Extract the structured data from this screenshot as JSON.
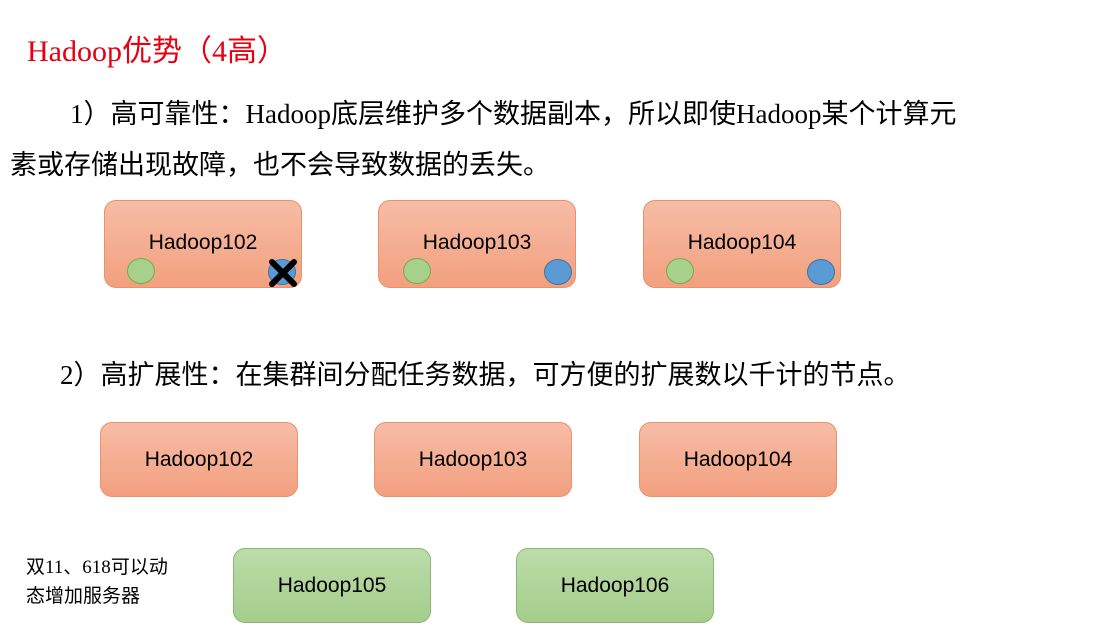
{
  "title": "Hadoop优势（4高）",
  "section1": {
    "line1_num": "1）",
    "line1_a": "高可靠性：",
    "line1_b": "Hadoop",
    "line1_c": "底层维护多个数据副本，所以即使",
    "line1_d": "Hadoop",
    "line1_e": "某个计算元",
    "line2": "素或存储出现故障，也不会导致数据的丢失。",
    "nodes": [
      {
        "label": "Hadoop102",
        "left_dot": "green",
        "right_dot": "blue-failed"
      },
      {
        "label": "Hadoop103",
        "left_dot": "green",
        "right_dot": "blue"
      },
      {
        "label": "Hadoop104",
        "left_dot": "green",
        "right_dot": "blue"
      }
    ]
  },
  "section2": {
    "num": "2）",
    "text": "高扩展性：在集群间分配任务数据，可方便的扩展数以千计的节点。",
    "nodes": [
      {
        "label": "Hadoop102"
      },
      {
        "label": "Hadoop103"
      },
      {
        "label": "Hadoop104"
      }
    ],
    "new_nodes": [
      {
        "label": "Hadoop105"
      },
      {
        "label": "Hadoop106"
      }
    ],
    "note_line1_a": "双",
    "note_line1_b": "11、618",
    "note_line1_c": "可以动",
    "note_line2": "态增加服务器"
  },
  "colors": {
    "title": "#e60012",
    "node_orange": "#f4a98a",
    "node_green": "#a9d18e",
    "dot_green": "#a8d08d",
    "dot_blue": "#5b9bd5",
    "failure_mark": "#000000"
  }
}
